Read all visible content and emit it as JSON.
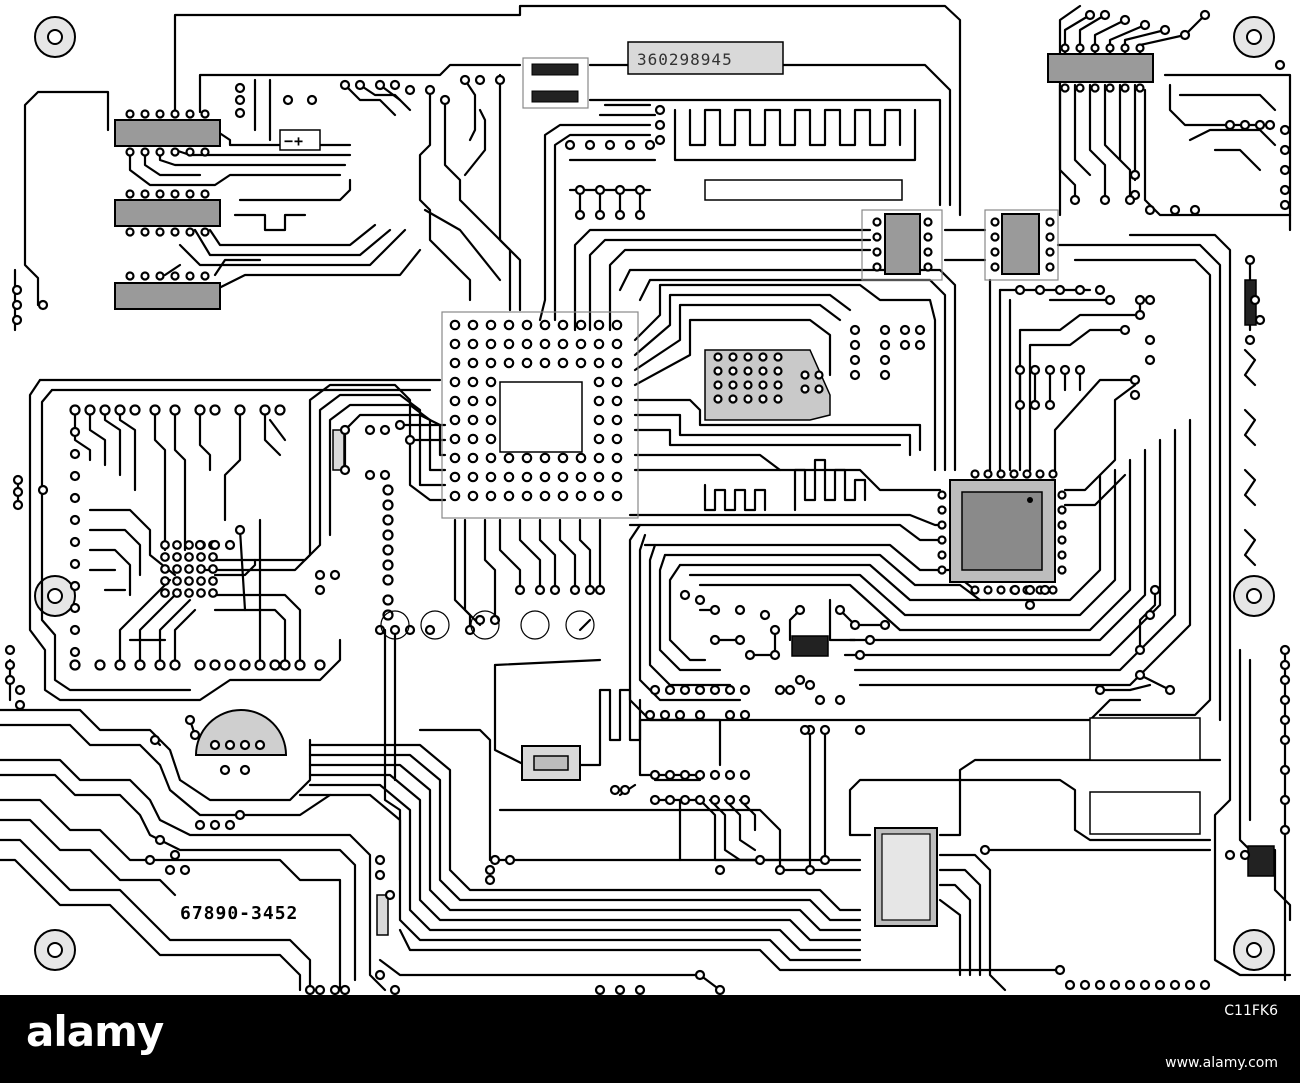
{
  "board": {
    "serial_label": "360298945",
    "part_label": "67890-3452",
    "polarity_label": "−+",
    "colors": {
      "trace": "#000000",
      "chip": "#9a9a9a",
      "chip_light": "#d2d2d2",
      "background": "#ffffff"
    }
  },
  "footer": {
    "brand": "alamy",
    "image_id": "C11FK6",
    "url": "www.alamy.com"
  }
}
